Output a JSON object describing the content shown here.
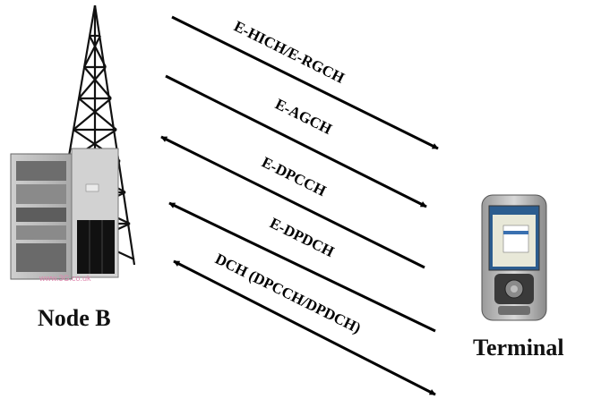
{
  "node_b": {
    "label": "Node B",
    "watermark": "www.3G.co.uk"
  },
  "terminal": {
    "label": "Terminal"
  },
  "channels": [
    {
      "id": "e-hich-e-rgch",
      "label": "E-HICH/E-RGCH",
      "direction": "downlink"
    },
    {
      "id": "e-agch",
      "label": "E-AGCH",
      "direction": "downlink"
    },
    {
      "id": "e-dpcch",
      "label": "E-DPCCH",
      "direction": "uplink"
    },
    {
      "id": "e-dpdch",
      "label": "E-DPDCH",
      "direction": "uplink"
    },
    {
      "id": "dch",
      "label": "DCH (DPCCH/DPDCH)",
      "direction": "bidirectional"
    }
  ]
}
